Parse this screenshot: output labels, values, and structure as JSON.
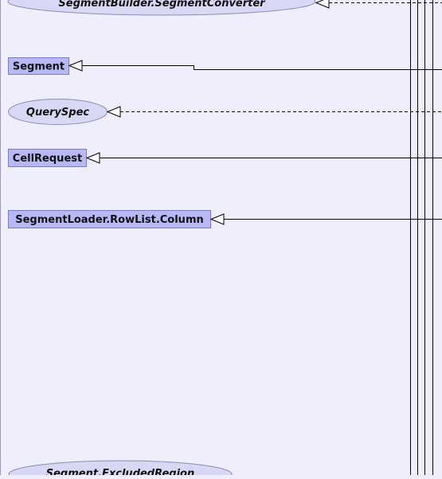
{
  "diagram": {
    "nodes": [
      {
        "id": "segment-converter",
        "label": "SegmentBuilder.SegmentConverter",
        "kind": "interface",
        "edge": "dashed"
      },
      {
        "id": "segment",
        "label": "Segment",
        "kind": "class",
        "edge": "solid"
      },
      {
        "id": "query-spec",
        "label": "QuerySpec",
        "kind": "interface",
        "edge": "dashed"
      },
      {
        "id": "cell-request",
        "label": "CellRequest",
        "kind": "class",
        "edge": "solid"
      },
      {
        "id": "rowlist-column",
        "label": "SegmentLoader.RowList.Column",
        "kind": "class",
        "edge": "solid"
      },
      {
        "id": "excluded-region",
        "label": "Segment.ExcludedRegion",
        "kind": "interface",
        "edge": "none"
      }
    ],
    "colors": {
      "background": "#eeeefc",
      "class_fill": "#b8b8f5",
      "class_stroke": "#7b7bbd",
      "interface_fill": "#d8d8f4",
      "interface_stroke": "#8c8cb8",
      "line": "#000000"
    }
  }
}
